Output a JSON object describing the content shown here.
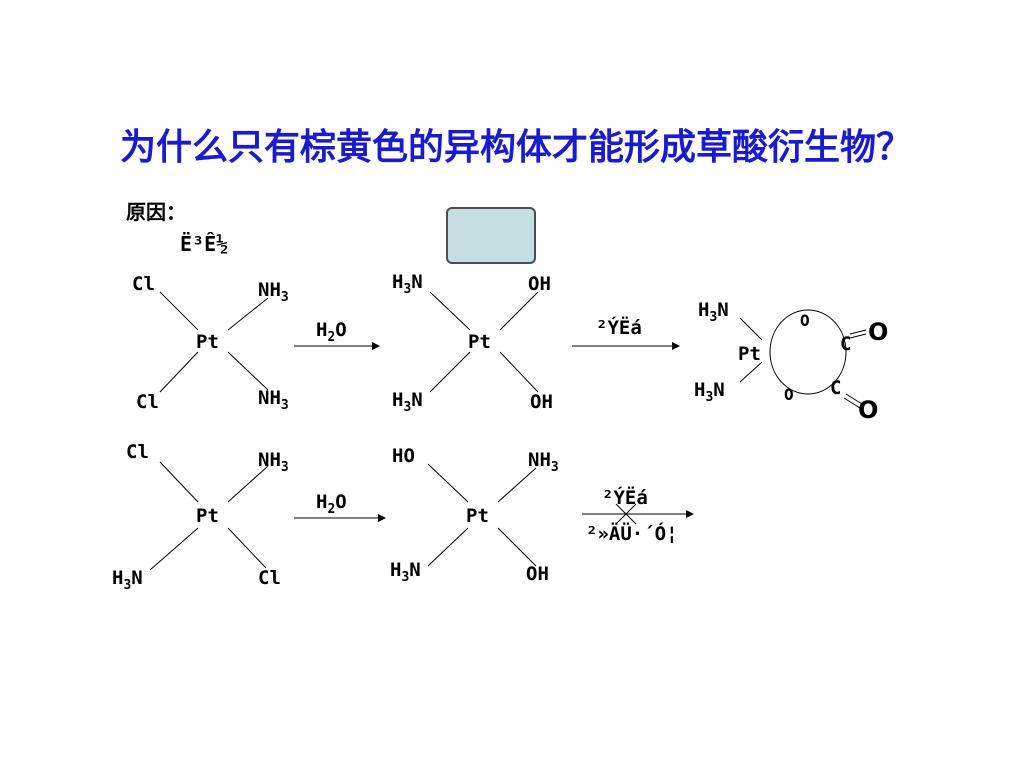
{
  "title": "为什么只有棕黄色的异构体才能形成草酸衍生物？",
  "reason_label": "原因：",
  "garbled_label": "Ë³Ê½",
  "labels": {
    "Cl": "Cl",
    "Pt": "Pt",
    "NH": "NH",
    "H": "H",
    "N": "N",
    "OH": "OH",
    "HO": "HO",
    "O": "O",
    "C": "C",
    "sub3": "3",
    "sub2": "2"
  },
  "reaction_labels": {
    "water_top": "H2O",
    "water_bottom": "H2O",
    "product_reagent_top": "²ÝËá",
    "product_reagent_bottom_1": "²ÝËá",
    "product_reagent_bottom_2": "²»ÄÜ·´Ó¦"
  },
  "colors": {
    "title": "#1a1ad0",
    "box_fill": "#c4dfe2",
    "box_border": "#4d4d4d",
    "lines": "#000000"
  }
}
